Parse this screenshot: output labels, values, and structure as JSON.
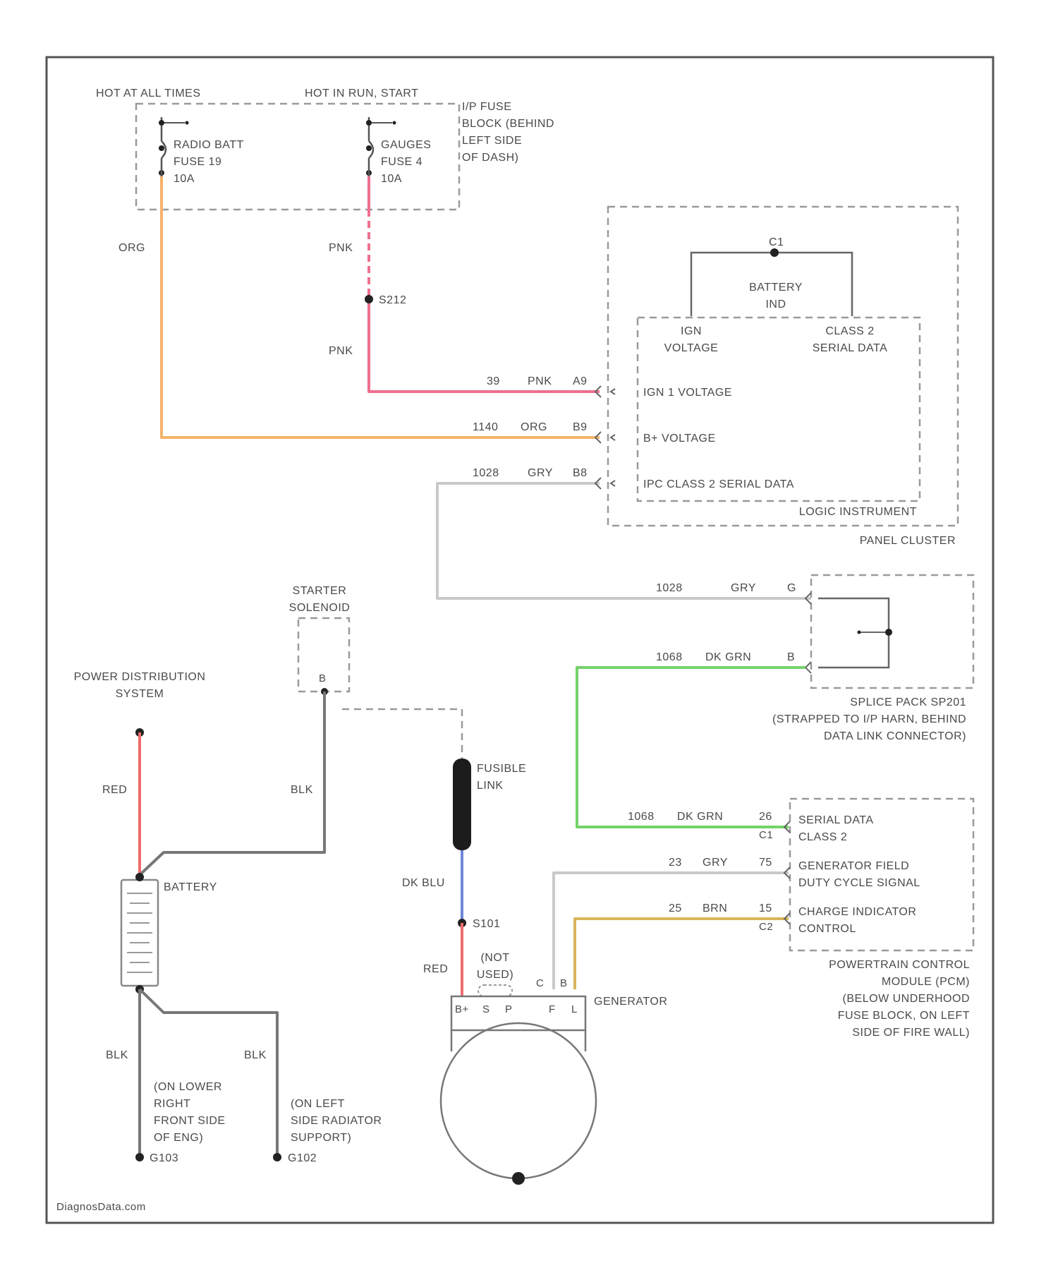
{
  "colors": {
    "orange_wire": "#f7b26b",
    "pink_wire": "#ef6f8e",
    "gray_wire": "#c9c9c9",
    "green_wire": "#74d36a",
    "tan_wire": "#d9b45a",
    "red_wire": "#f06c6c",
    "blue_wire": "#6f86d8",
    "black_wire": "#777777"
  },
  "fuse_block": {
    "hot_all_times": "HOT AT ALL TIMES",
    "hot_run_start": "HOT IN RUN, START",
    "name_lines": [
      "I/P FUSE",
      "BLOCK (BEHIND",
      "LEFT SIDE",
      "OF DASH)"
    ],
    "fuse1_lines": [
      "RADIO BATT",
      "FUSE 19",
      "10A"
    ],
    "fuse2_lines": [
      "GAUGES",
      "FUSE 4",
      "10A"
    ]
  },
  "wires": {
    "org": "ORG",
    "pnk_upper": "PNK",
    "pnk_lower": "PNK",
    "splice_s212": "S212",
    "red_pds": "RED",
    "blk_starter": "BLK",
    "dk_blu": "DK BLU",
    "splice_s101": "S101",
    "red_gen": "RED",
    "blk_g102": "BLK",
    "blk_g103": "BLK"
  },
  "ipc": {
    "battery_lines": [
      "BATTERY",
      "IND"
    ],
    "ign_lines": [
      "IGN",
      "VOLTAGE"
    ],
    "class2_lines": [
      "CLASS 2",
      "SERIAL DATA"
    ],
    "pin_top": "C1",
    "circuits": [
      {
        "circuit": "39",
        "color": "PNK",
        "pin": "A9",
        "label": "IGN 1 VOLTAGE"
      },
      {
        "circuit": "1140",
        "color": "ORG",
        "pin": "B9",
        "label": "B+ VOLTAGE"
      },
      {
        "circuit": "1028",
        "color": "GRY",
        "pin": "B8",
        "label": "IPC CLASS 2 SERIAL DATA"
      }
    ],
    "name_line1": "LOGIC INSTRUMENT",
    "name_line2": "PANEL CLUSTER"
  },
  "splice_pack": {
    "circuits": [
      {
        "circuit": "1028",
        "color": "GRY",
        "pin": "G"
      },
      {
        "circuit": "1068",
        "color": "DK GRN",
        "pin": "B"
      }
    ],
    "name_lines": [
      "SPLICE PACK SP201",
      "(STRAPPED TO I/P HARN, BEHIND",
      "DATA LINK CONNECTOR)"
    ]
  },
  "pcm": {
    "circuits": [
      {
        "circuit": "1068",
        "color": "DK GRN",
        "pin": "26",
        "sub": "C1",
        "label_lines": [
          "SERIAL DATA",
          "CLASS 2"
        ]
      },
      {
        "circuit": "23",
        "color": "GRY",
        "pin": "75",
        "sub": "",
        "label_lines": [
          "GENERATOR FIELD",
          "DUTY CYCLE SIGNAL"
        ]
      },
      {
        "circuit": "25",
        "color": "BRN",
        "pin": "15",
        "sub": "C2",
        "label_lines": [
          "CHARGE INDICATOR",
          "CONTROL"
        ]
      }
    ],
    "name_lines": [
      "POWERTRAIN CONTROL",
      "MODULE (PCM)",
      "(BELOW UNDERHOOD",
      "FUSE BLOCK, ON LEFT",
      "SIDE OF FIRE WALL)"
    ]
  },
  "starter": {
    "name_lines": [
      "STARTER",
      "SOLENOID"
    ],
    "pin": "B"
  },
  "pds": {
    "name_lines": [
      "POWER DISTRIBUTION",
      "SYSTEM"
    ]
  },
  "battery": {
    "name": "BATTERY"
  },
  "fusible_link": {
    "name_lines": [
      "FUSIBLE",
      "LINK"
    ]
  },
  "generator": {
    "name": "GENERATOR",
    "not_used_lines": [
      "(NOT",
      "USED)"
    ],
    "terminals": [
      "B+",
      "S",
      "P",
      "F",
      "L"
    ],
    "top_pins": [
      "C",
      "B"
    ]
  },
  "grounds": {
    "g103_lines": [
      "(ON LOWER",
      "RIGHT",
      "FRONT SIDE",
      "OF ENG)"
    ],
    "g103": "G103",
    "g102_lines": [
      "(ON LEFT",
      "SIDE RADIATOR",
      "SUPPORT)"
    ],
    "g102": "G102"
  },
  "footer": "DiagnosData.com"
}
